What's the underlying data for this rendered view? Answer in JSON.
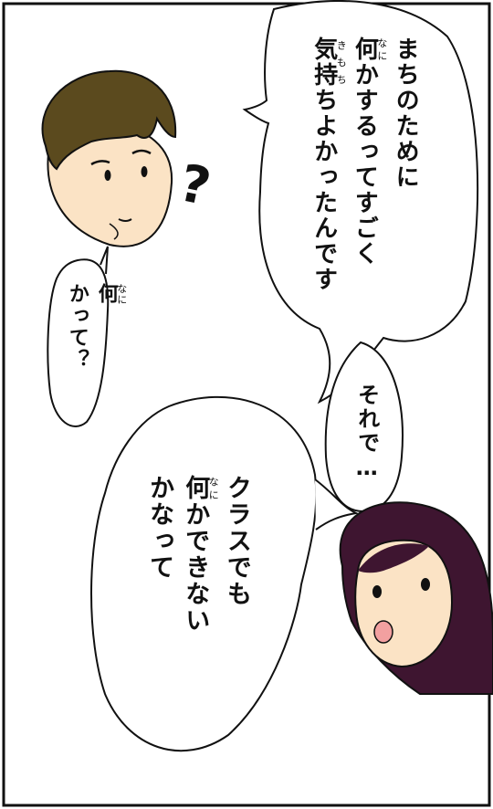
{
  "panel": {
    "question_mark": "?",
    "bubble_top": {
      "lines": [
        {
          "before": "まちのために",
          "kanji": "",
          "ruby": "",
          "after": ""
        },
        {
          "before": "",
          "kanji": "何",
          "ruby": "なに",
          "after": "かするってすごく"
        },
        {
          "before": "",
          "kanji": "気持",
          "ruby": "きもち",
          "after": "ちよかったんです"
        }
      ]
    },
    "bubble_left": {
      "lines": [
        {
          "before": "",
          "kanji": "何",
          "ruby": "なに",
          "after": ""
        },
        {
          "before": "かって？",
          "kanji": "",
          "ruby": "",
          "after": ""
        }
      ]
    },
    "bubble_mid": {
      "lines": [
        {
          "before": "それで…",
          "kanji": "",
          "ruby": "",
          "after": ""
        }
      ]
    },
    "bubble_bottom": {
      "lines": [
        {
          "before": "クラスでも",
          "kanji": "",
          "ruby": "",
          "after": ""
        },
        {
          "before": "",
          "kanji": "何",
          "ruby": "なに",
          "after": "かできない"
        },
        {
          "before": "かなって",
          "kanji": "",
          "ruby": "",
          "after": ""
        }
      ]
    },
    "colors": {
      "border": "#111111",
      "skin": "#fbe3c5",
      "boy_hair": "#5b4a1e",
      "girl_hair": "#3e1530",
      "mouth": "#f2a0a0"
    }
  }
}
